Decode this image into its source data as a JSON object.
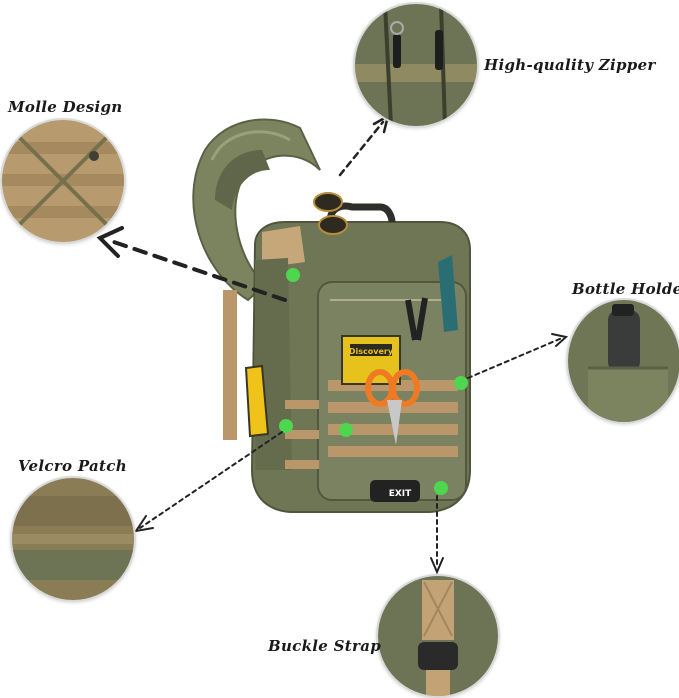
{
  "labels": {
    "zipper": "High-quality Zipper",
    "molle": "Molle Design",
    "bottle": "Bottle Holder",
    "velcro": "Velcro Patch",
    "buckle": "Buckle Strap"
  },
  "patch": {
    "brand": "Discovery",
    "buckle_text": "EXIT"
  },
  "colors": {
    "bag_olive": "#6f7656",
    "bag_olive_dark": "#565c42",
    "webbing_tan": "#b9976a",
    "marker_green": "#4fd64f",
    "patch_yellow": "#e7c21c",
    "scissor_orange": "#ef7a24"
  }
}
